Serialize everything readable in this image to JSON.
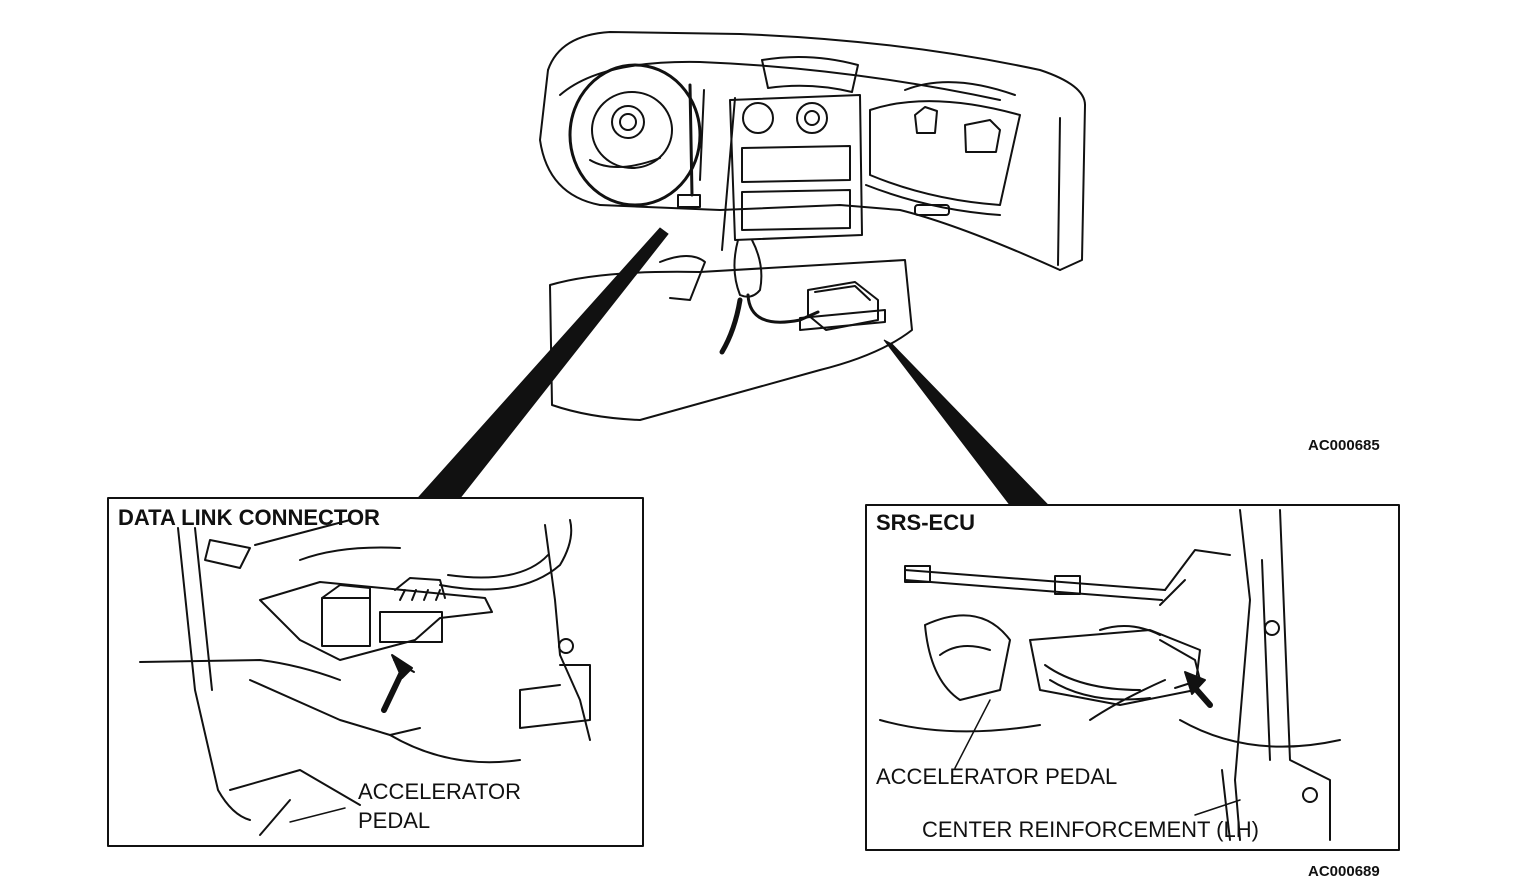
{
  "codes": {
    "overview": "AC000685",
    "detail": "AC000689"
  },
  "left_panel": {
    "title": "DATA LINK CONNECTOR",
    "callout_line1": "ACCELERATOR",
    "callout_line2": "PEDAL"
  },
  "right_panel": {
    "title": "SRS-ECU",
    "callout_pedal": "ACCELERATOR PEDAL",
    "callout_reinforcement": "CENTER REINFORCEMENT (LH)"
  },
  "icons": [
    "dashboard-illustration",
    "connector-arrow-icon",
    "ecu-arrow-icon"
  ],
  "colors": {
    "ink": "#111111",
    "paper": "#ffffff"
  }
}
